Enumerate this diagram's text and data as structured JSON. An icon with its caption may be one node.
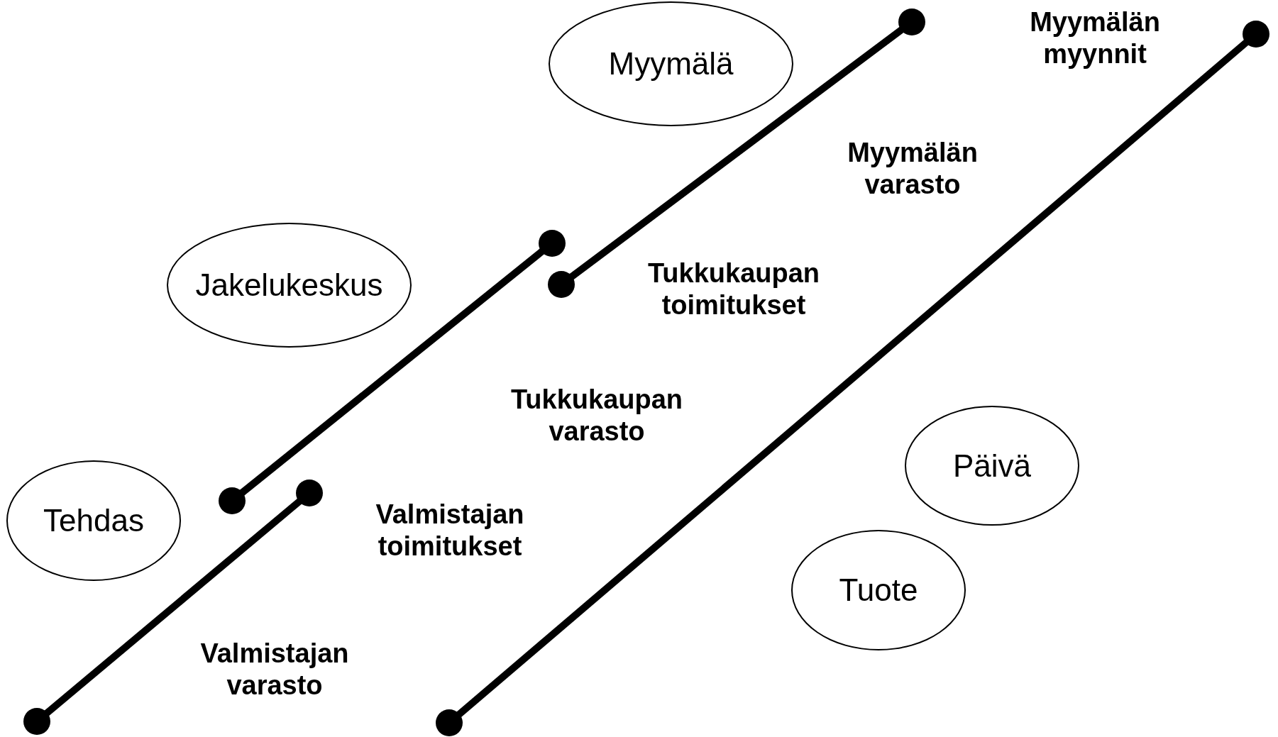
{
  "diagram": {
    "nodes": [
      {
        "text": [
          "Myymälä"
        ]
      },
      {
        "text": [
          "Jakelukeskus"
        ]
      },
      {
        "text": [
          "Tehdas"
        ]
      },
      {
        "text": [
          "Päivä"
        ]
      },
      {
        "text": [
          "Tuote"
        ]
      }
    ],
    "labels": [
      "Myymälän myynnit",
      "Myymälän varasto",
      "Tukkukaupan toimitukset",
      "Tukkukaupan varasto",
      "Valmistajan toimitukset",
      "Valmistajan varasto"
    ]
  }
}
